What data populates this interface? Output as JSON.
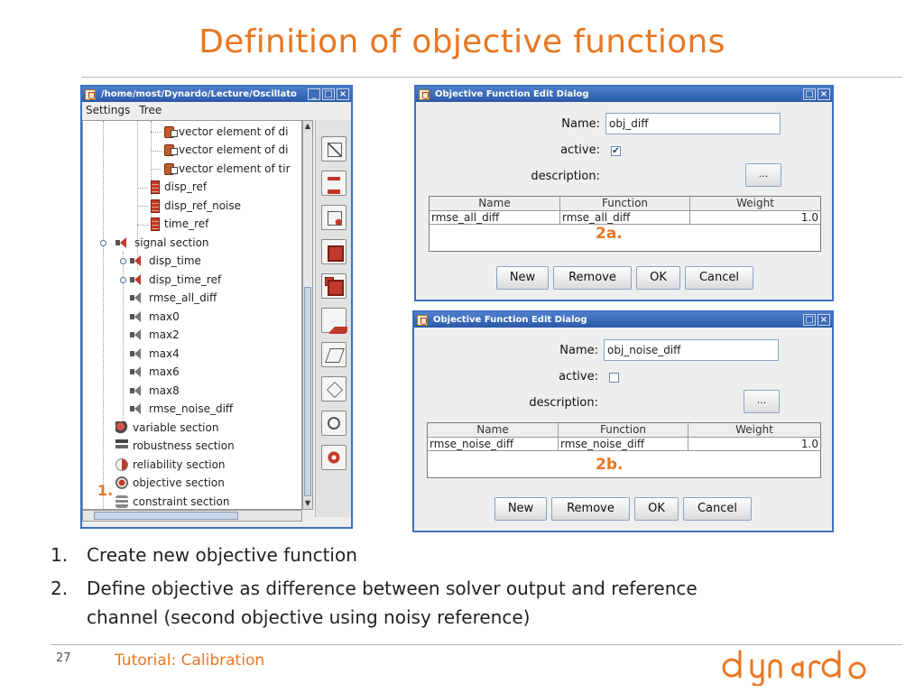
{
  "slide": {
    "title": "Definition of objective functions",
    "page_number": "27",
    "footer": "Tutorial: Calibration"
  },
  "colors": {
    "accent": "#e87722",
    "titlebar": "#3f6fbf"
  },
  "tree_window": {
    "title": "/home/most/Dynardo/Lecture/Oscillato",
    "menu": [
      "Settings",
      "Tree"
    ],
    "items": [
      {
        "label": "vector element of di",
        "icon": "vector-icon"
      },
      {
        "label": "vector element of di",
        "icon": "vector-icon"
      },
      {
        "label": "vector element of tir",
        "icon": "vector-icon"
      },
      {
        "label": "disp_ref",
        "icon": "data-icon"
      },
      {
        "label": "disp_ref_noise",
        "icon": "data-icon"
      },
      {
        "label": "time_ref",
        "icon": "data-icon"
      },
      {
        "label": "signal section",
        "icon": "speaker-icon"
      },
      {
        "label": "disp_time",
        "icon": "speaker-icon"
      },
      {
        "label": "disp_time_ref",
        "icon": "speaker-icon"
      },
      {
        "label": "rmse_all_diff",
        "icon": "speaker-icon"
      },
      {
        "label": "max0",
        "icon": "speaker-icon"
      },
      {
        "label": "max2",
        "icon": "speaker-icon"
      },
      {
        "label": "max4",
        "icon": "speaker-icon"
      },
      {
        "label": "max6",
        "icon": "speaker-icon"
      },
      {
        "label": "max8",
        "icon": "speaker-icon"
      },
      {
        "label": "rmse_noise_diff",
        "icon": "speaker-icon"
      },
      {
        "label": "variable section",
        "icon": "variable-icon"
      },
      {
        "label": "robustness section",
        "icon": "robustness-icon"
      },
      {
        "label": "reliability section",
        "icon": "reliability-icon"
      },
      {
        "label": "objective section",
        "icon": "objective-icon"
      },
      {
        "label": "constraint section",
        "icon": "constraint-icon"
      }
    ],
    "marker": "1."
  },
  "dialogs": [
    {
      "title": "Objective Function Edit Dialog",
      "name_label": "Name:",
      "name_value": "obj_diff",
      "active_label": "active:",
      "active_checked": "✔",
      "description_label": "description:",
      "ellipsis": "...",
      "columns": [
        "Name",
        "Function",
        "Weight"
      ],
      "row": [
        "rmse_all_diff",
        "rmse_all_diff",
        "1.0"
      ],
      "tag": "2a.",
      "buttons": [
        "New",
        "Remove",
        "OK",
        "Cancel"
      ]
    },
    {
      "title": "Objective Function Edit Dialog",
      "name_label": "Name:",
      "name_value": "obj_noise_diff",
      "active_label": "active:",
      "active_checked": "",
      "description_label": "description:",
      "ellipsis": "...",
      "columns": [
        "Name",
        "Function",
        "Weight"
      ],
      "row": [
        "rmse_noise_diff",
        "rmse_noise_diff",
        "1.0"
      ],
      "tag": "2b.",
      "buttons": [
        "New",
        "Remove",
        "OK",
        "Cancel"
      ]
    }
  ],
  "bullets": [
    {
      "num": "1.",
      "text": "Create new objective function"
    },
    {
      "num": "2.",
      "text": "Define objective as difference between solver output and reference channel (second objective using noisy reference)"
    }
  ],
  "logo": {
    "text": "dynardo"
  }
}
